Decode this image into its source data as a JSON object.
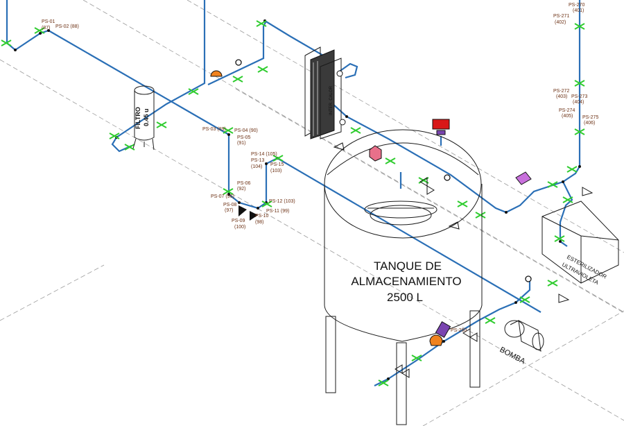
{
  "equipment": {
    "tank": {
      "line1": "TANQUE  DE",
      "line2": "ALMACENAMIENTO",
      "line3": "2500 L"
    },
    "filter": {
      "line1": "FILTRO",
      "line2": "0.45 u"
    },
    "heat_exchanger": {
      "label": "INTER. CALOR"
    },
    "uv_sterilizer": {
      "line1": "ESTERILIZADOR",
      "line2": "ULTRAVIOLETA"
    },
    "pump": {
      "label": "BOMBA"
    }
  },
  "tags": {
    "ps01": "PS-01",
    "ps01n": "(87)",
    "ps02": "PS-02 (88)",
    "ps03": "PS-03 (89)",
    "ps04": "PS-04 (90)",
    "ps05": "PS-05",
    "ps05n": "(91)",
    "ps06": "PS-06",
    "ps06n": "(92)",
    "ps07": "PS-07 (96)",
    "ps08": "PS-08",
    "ps08n": "(97)",
    "ps09": "PS-09",
    "ps09n": "(100)",
    "ps09b": "(98)",
    "ps10": "PS-10",
    "ps11": "PS-11 (99)",
    "ps12": "PS-12 (103)",
    "ps13": "PS-13",
    "ps13n": "(104)",
    "ps14": "PS-14 (105)",
    "ps15": "PS-15",
    "ps15n": "(103)",
    "ps270": "PS-270",
    "ps270n": "(401)",
    "ps271": "PS-271",
    "ps271n": "(402)",
    "ps272": "PS-272",
    "ps272n": "(403)",
    "ps273": "PS-273",
    "ps273n": "(404)",
    "ps274": "PS-274",
    "ps274n": "(405)",
    "ps275": "PS-275",
    "ps275n": "(406)",
    "ps280": "PS-280"
  },
  "colors": {
    "pipe": "#2a6fb6",
    "support": "#2ecc2e",
    "valve_red": "#d81818",
    "valve_orange": "#f0821e",
    "instrument_purple": "#7a45b0",
    "indicator_pink": "#e8708a",
    "tag_text": "#6b2f12"
  }
}
